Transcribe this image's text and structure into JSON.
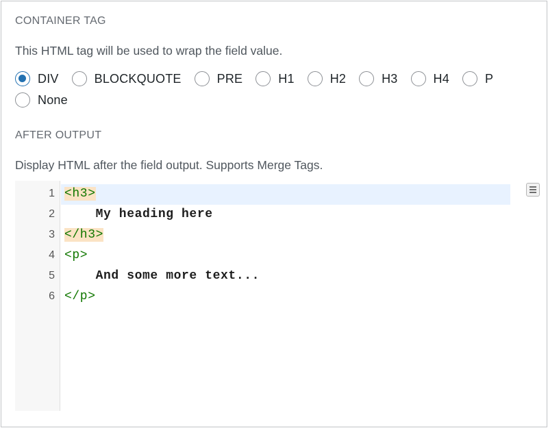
{
  "container_tag": {
    "title": "CONTAINER TAG",
    "description": "This HTML tag will be used to wrap the field value.",
    "options": [
      {
        "label": "DIV",
        "checked": true
      },
      {
        "label": "BLOCKQUOTE",
        "checked": false
      },
      {
        "label": "PRE",
        "checked": false
      },
      {
        "label": "H1",
        "checked": false
      },
      {
        "label": "H2",
        "checked": false
      },
      {
        "label": "H3",
        "checked": false
      },
      {
        "label": "H4",
        "checked": false
      },
      {
        "label": "P",
        "checked": false
      },
      {
        "label": "None",
        "checked": false
      }
    ]
  },
  "after_output": {
    "title": "AFTER OUTPUT",
    "description": "Display HTML after the field output. Supports Merge Tags.",
    "editor": {
      "active_line": 1,
      "lines": [
        {
          "num": "1",
          "text": "<h3>",
          "is_tag": true,
          "matched": true
        },
        {
          "num": "2",
          "text": "    My heading here",
          "is_tag": false,
          "matched": false
        },
        {
          "num": "3",
          "text": "</h3>",
          "is_tag": true,
          "matched": true
        },
        {
          "num": "4",
          "text": "<p>",
          "is_tag": true,
          "matched": false
        },
        {
          "num": "5",
          "text": "    And some more text...",
          "is_tag": false,
          "matched": false
        },
        {
          "num": "6",
          "text": "</p>",
          "is_tag": true,
          "matched": false
        }
      ],
      "fullscreen_icon": "fullscreen-icon"
    }
  },
  "colors": {
    "accent": "#2271b1",
    "tag_text": "#117700",
    "tag_match_bg": "#fbe3c4",
    "active_line_bg": "#e8f2ff"
  }
}
